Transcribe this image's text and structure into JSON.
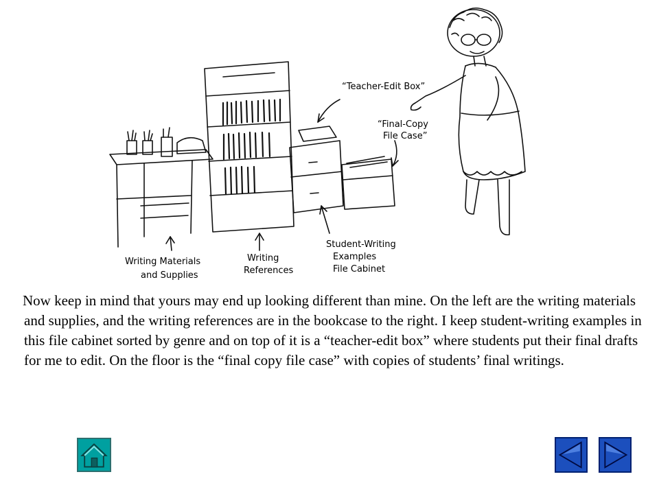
{
  "illustration": {
    "labels": {
      "teacher_edit_box": "“Teacher-Edit Box”",
      "final_copy_line1": "“Final-Copy",
      "final_copy_line2": "File Case”",
      "writing_materials_line1": "Writing Materials",
      "writing_materials_line2": "and Supplies",
      "writing_references_line1": "Writing",
      "writing_references_line2": "References",
      "student_writing_line1": "Student-Writing",
      "student_writing_line2": "Examples",
      "student_writing_line3": "File Cabinet"
    }
  },
  "narration": {
    "text": "Now keep in mind that yours may end up looking different than mine.  On the left are the writing materials and supplies, and the writing references are in the bookcase to the right.  I keep student-writing examples in this file cabinet sorted by genre and on top of it is a “teacher-edit box” where students put their final drafts for me to edit.  On the floor is the “final copy file case” with copies of students’ final writings."
  },
  "navigation": {
    "home_icon": "home-icon",
    "back_icon": "left-arrow-icon",
    "next_icon": "right-arrow-icon",
    "home_color": "#00a0a0",
    "arrow_color": "#1c4fbd"
  }
}
